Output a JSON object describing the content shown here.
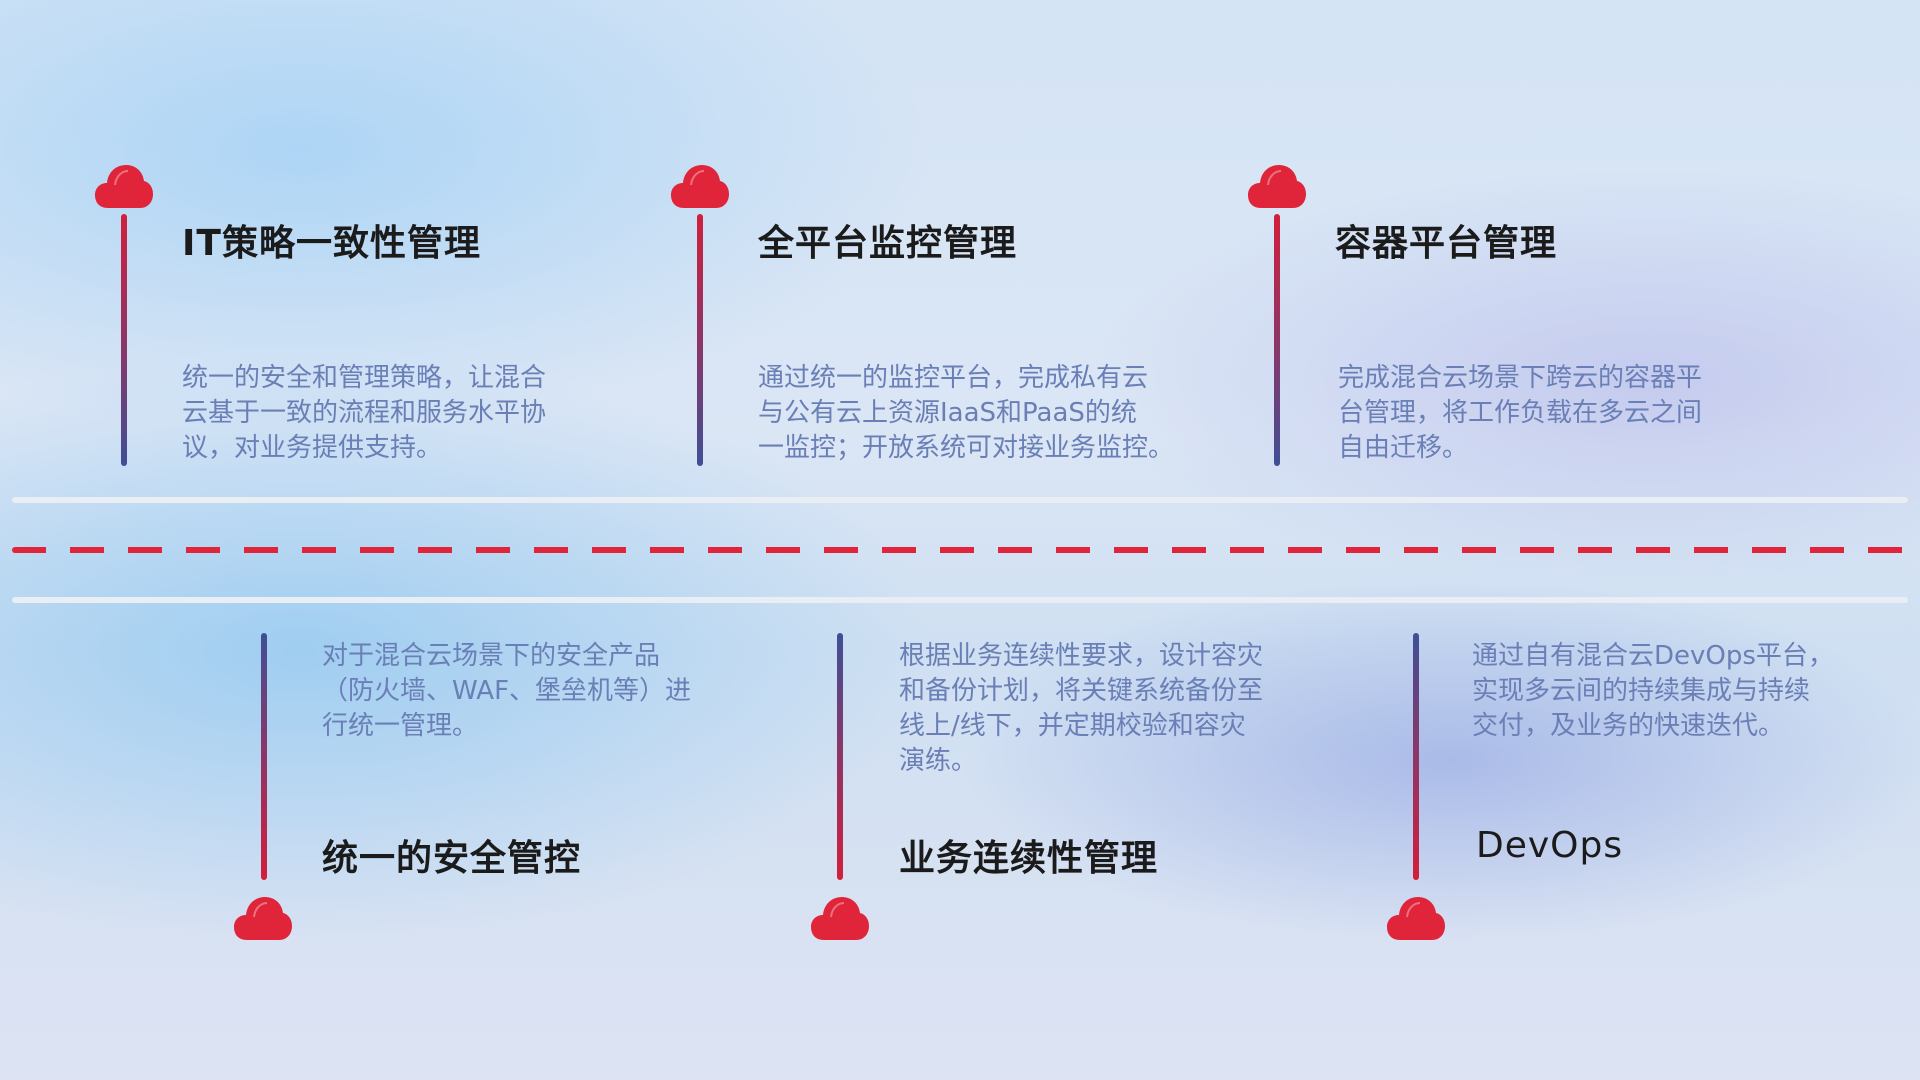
{
  "top_items": [
    {
      "title": "IT策略一致性管理",
      "desc_lines": [
        "统一的安全和管理策略，让混合",
        "云基于一致的流程和服务水平协",
        "议，对业务提供支持。"
      ]
    },
    {
      "title": "全平台监控管理",
      "desc_lines": [
        "通过统一的监控平台，完成私有云",
        "与公有云上资源IaaS和PaaS的统",
        "一监控；开放系统可对接业务监控。"
      ]
    },
    {
      "title": "容器平台管理",
      "desc_lines": [
        "完成混合云场景下跨云的容器平",
        "台管理，将工作负载在多云之间",
        "自由迁移。"
      ]
    }
  ],
  "bottom_items": [
    {
      "title": "统一的安全管控",
      "desc_lines": [
        "对于混合云场景下的安全产品",
        "（防火墙、WAF、堡垒机等）进",
        "行统一管理。"
      ]
    },
    {
      "title": "业务连续性管理",
      "desc_lines": [
        "根据业务连续性要求，设计容灾",
        "和备份计划，将关键系统备份至",
        "线上/线下，并定期校验和容灾",
        "演练。"
      ]
    },
    {
      "title": "DevOps",
      "desc_lines": [
        "通过自有混合云DevOps平台，",
        "实现多云间的持续集成与持续",
        "交付，及业务的快速迭代。"
      ]
    }
  ],
  "colors": {
    "accent_red": "#e0253a",
    "line_blue": "#3f4f95",
    "desc_text": "#6a7fb6",
    "title_text": "#1b1b1b"
  },
  "icons": {
    "marker": "cloud-icon"
  }
}
